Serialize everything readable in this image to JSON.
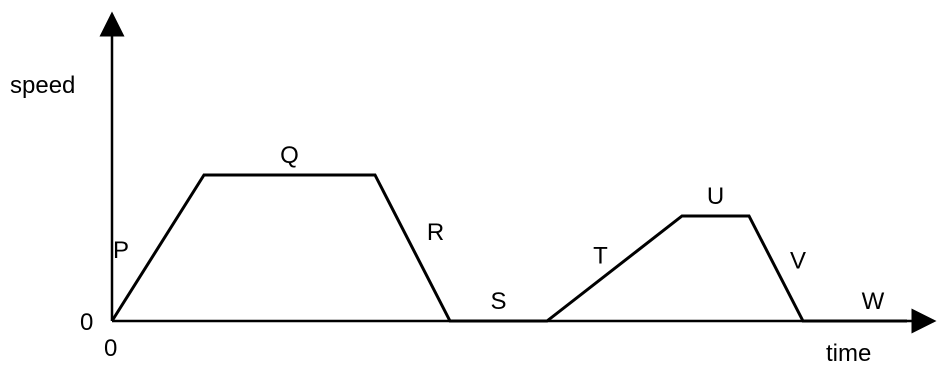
{
  "chart_data": {
    "type": "line",
    "title": "",
    "xlabel": "time",
    "ylabel": "speed",
    "x_origin_label": "0",
    "y_origin_label": "0",
    "grid": false,
    "legend": "none",
    "line_color": "#000000",
    "series": [
      {
        "points": [
          {
            "x": 0,
            "y": 0
          },
          {
            "x": 92,
            "y": 146
          },
          {
            "x": 263,
            "y": 146
          },
          {
            "x": 338,
            "y": 0
          },
          {
            "x": 435,
            "y": 0
          },
          {
            "x": 570,
            "y": 105
          },
          {
            "x": 637,
            "y": 105
          },
          {
            "x": 691,
            "y": 0
          },
          {
            "x": 795,
            "y": 0
          }
        ]
      }
    ],
    "segment_labels": [
      {
        "text": "P",
        "segment": 0
      },
      {
        "text": "Q",
        "segment": 1
      },
      {
        "text": "R",
        "segment": 2
      },
      {
        "text": "S",
        "segment": 3
      },
      {
        "text": "T",
        "segment": 4
      },
      {
        "text": "U",
        "segment": 5
      },
      {
        "text": "V",
        "segment": 6
      },
      {
        "text": "W",
        "segment": 7
      }
    ]
  }
}
